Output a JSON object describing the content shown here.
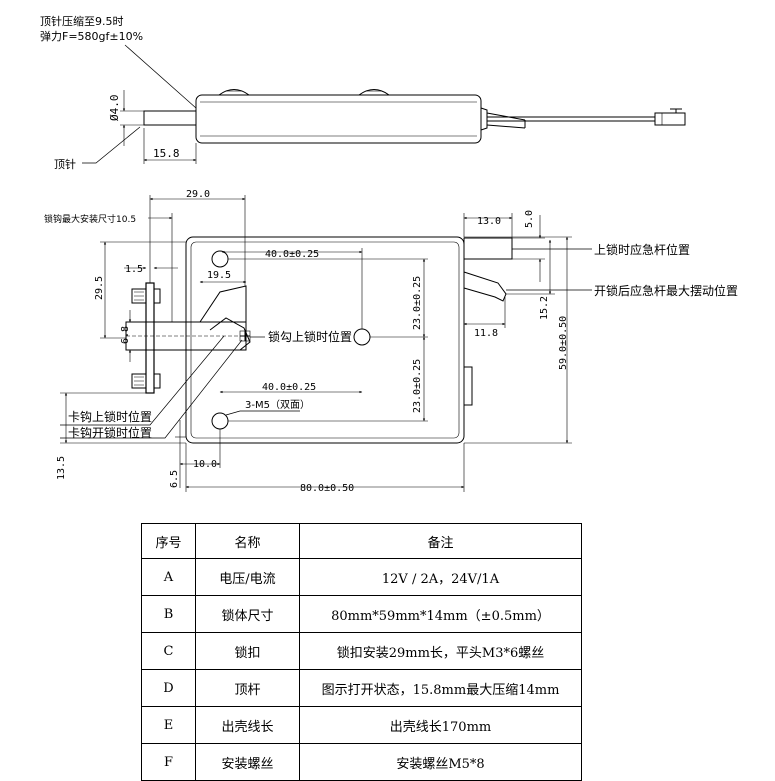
{
  "top_view": {
    "note_line1": "顶针压缩至9.5时",
    "note_line2": "弹力F=580gf±10%",
    "dim_diameter": "Ø4.0",
    "dim_pin_length": "15.8",
    "label_pin": "顶针"
  },
  "front_view": {
    "dim_29": "29.0",
    "label_hook_max": "锁钩最大安装尺寸10.5",
    "dim_13": "13.0",
    "dim_5": "5.0",
    "label_lock_lever": "上锁时应急杆位置",
    "label_unlock_lever": "开锁后应急杆最大摆动位置",
    "dim_40_top": "40.0±0.25",
    "dim_19_5": "19.5",
    "dim_1_5": "1.5",
    "dim_29_5": "29.5",
    "dim_6_8": "6.8",
    "dim_23_upper": "23.0±0.25",
    "dim_23_lower": "23.0±0.25",
    "dim_15_2": "15.2",
    "dim_11_8": "11.8",
    "dim_59": "59.0±0.50",
    "label_hook_locked": "锁勾上锁时位置",
    "dim_40_mid": "40.0±0.25",
    "label_holes": "3-M5（双面）",
    "label_catch_locked": "卡钩上锁时位置",
    "label_catch_unlocked": "卡钩开锁时位置",
    "dim_13_5": "13.5",
    "dim_10": "10.0",
    "dim_6_5": "6.5",
    "dim_80": "80.0±0.50"
  },
  "table": {
    "headers": [
      "序号",
      "名称",
      "备注"
    ],
    "rows": [
      [
        "A",
        "电压/电流",
        "12V / 2A，24V/1A"
      ],
      [
        "B",
        "锁体尺寸",
        "80mm*59mm*14mm（±0.5mm）"
      ],
      [
        "C",
        "锁扣",
        "锁扣安装29mm长，平头M3*6螺丝"
      ],
      [
        "D",
        "顶杆",
        "图示打开状态，15.8mm最大压缩14mm"
      ],
      [
        "E",
        "出壳线长",
        "出壳线长170mm"
      ],
      [
        "F",
        "安装螺丝",
        "安装螺丝M5*8"
      ]
    ]
  }
}
